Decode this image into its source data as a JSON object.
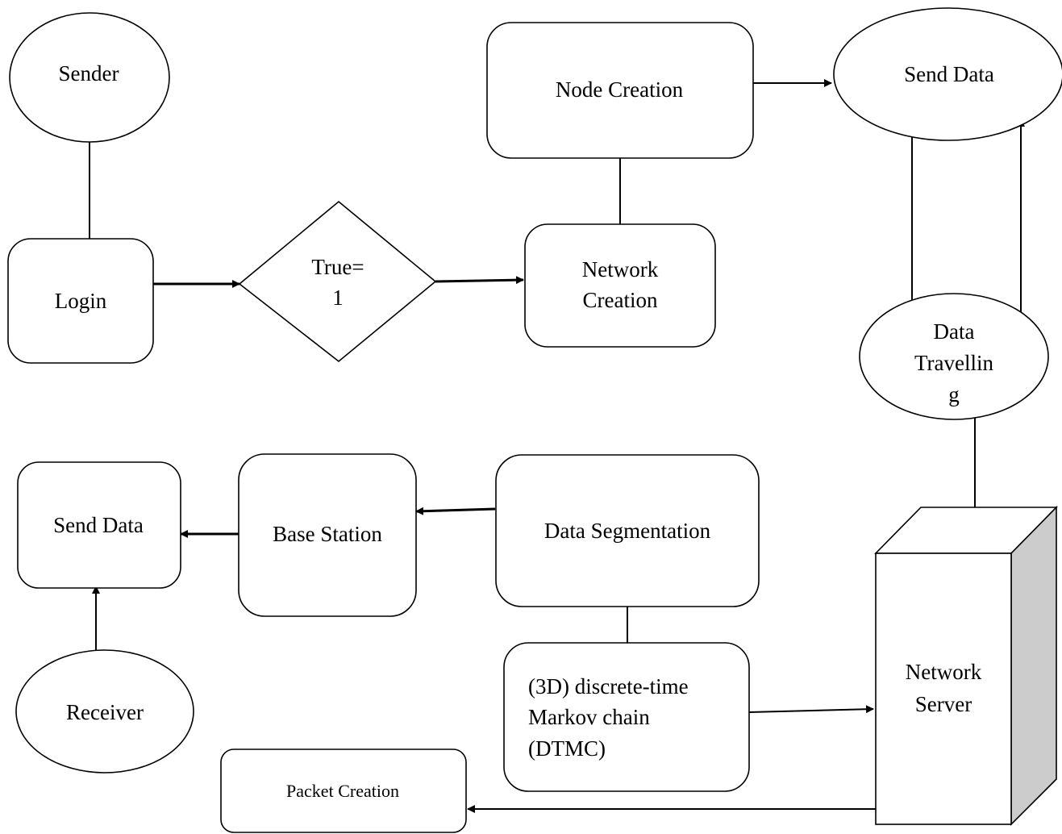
{
  "nodes": {
    "sender": "Sender",
    "login": "Login",
    "decision": [
      "True=",
      "1"
    ],
    "network_creation": [
      "Network",
      "Creation"
    ],
    "node_creation": "Node Creation",
    "send_data_top": "Send Data",
    "data_travelling": [
      "Data",
      "Travellin",
      "g"
    ],
    "network_server": [
      "Network",
      "Server"
    ],
    "data_segmentation": "Data Segmentation",
    "base_station": "Base Station",
    "send_data_bottom": "Send Data",
    "receiver": "Receiver",
    "dtmc": [
      "(3D) discrete-time",
      "Markov chain",
      "(DTMC)"
    ],
    "packet_creation": "Packet Creation"
  },
  "edges": [
    {
      "from": "sender",
      "to": "login",
      "arrow": false
    },
    {
      "from": "login",
      "to": "decision",
      "arrow": true
    },
    {
      "from": "decision",
      "to": "network_creation",
      "arrow": true
    },
    {
      "from": "network_creation",
      "to": "node_creation",
      "arrow": true
    },
    {
      "from": "node_creation",
      "to": "send_data_top",
      "arrow": true
    },
    {
      "from": "send_data_top",
      "to": "data_travelling",
      "arrow": true
    },
    {
      "from": "data_travelling",
      "to": "send_data_top",
      "arrow": true
    },
    {
      "from": "data_travelling",
      "to": "network_server",
      "arrow": false
    },
    {
      "from": "data_segmentation",
      "to": "base_station",
      "arrow": true
    },
    {
      "from": "base_station",
      "to": "send_data_bottom",
      "arrow": true
    },
    {
      "from": "receiver",
      "to": "send_data_bottom",
      "arrow": true
    },
    {
      "from": "data_segmentation",
      "to": "dtmc",
      "arrow": false
    },
    {
      "from": "dtmc",
      "to": "network_server",
      "arrow": true
    },
    {
      "from": "network_server",
      "to": "packet_creation",
      "arrow": true
    }
  ]
}
